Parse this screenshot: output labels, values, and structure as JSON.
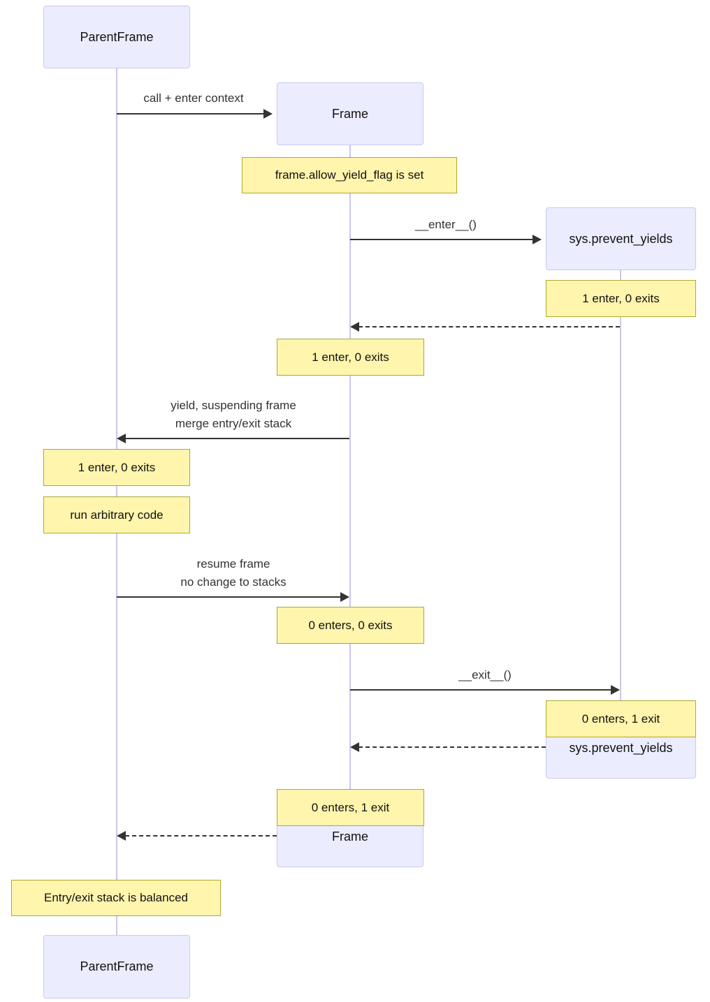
{
  "diagram_type": "sequence-diagram",
  "participants": [
    {
      "name": "ParentFrame"
    },
    {
      "name": "Frame"
    },
    {
      "name": "sys.prevent_yields"
    }
  ],
  "messages": [
    {
      "label": "call + enter context",
      "from": "ParentFrame",
      "to": "Frame",
      "style": "solid"
    },
    {
      "label": "__enter__()",
      "from": "Frame",
      "to": "sys.prevent_yields",
      "style": "solid"
    },
    {
      "label": "",
      "from": "sys.prevent_yields",
      "to": "Frame",
      "style": "dashed"
    },
    {
      "lines": [
        "yield, suspending frame",
        "merge entry/exit stack"
      ],
      "from": "Frame",
      "to": "ParentFrame",
      "style": "solid"
    },
    {
      "lines": [
        "resume frame",
        "no change to stacks"
      ],
      "from": "ParentFrame",
      "to": "Frame",
      "style": "solid"
    },
    {
      "label": "__exit__()",
      "from": "Frame",
      "to": "sys.prevent_yields",
      "style": "solid"
    },
    {
      "label": "",
      "from": "sys.prevent_yields",
      "to": "Frame",
      "style": "dashed"
    },
    {
      "label": "",
      "from": "Frame",
      "to": "ParentFrame",
      "style": "dashed"
    }
  ],
  "notes": [
    {
      "text": "frame.allow_yield_flag is set",
      "over": "Frame"
    },
    {
      "text": "1 enter, 0 exits",
      "over": "sys.prevent_yields"
    },
    {
      "text": "1 enter, 0 exits",
      "over": "Frame"
    },
    {
      "text": "1 enter, 0 exits",
      "over": "ParentFrame"
    },
    {
      "text": "run arbitrary code",
      "over": "ParentFrame"
    },
    {
      "text": "0 enters, 0 exits",
      "over": "Frame"
    },
    {
      "text": "0 enters, 1 exit",
      "over": "sys.prevent_yields"
    },
    {
      "text": "0 enters, 1 exit",
      "over": "Frame"
    },
    {
      "text": "Entry/exit stack is balanced",
      "over": "ParentFrame"
    }
  ],
  "colors": {
    "actor_fill": "#ECECFF",
    "actor_border": "#C8C8F0",
    "note_fill": "#FFF5AD",
    "note_border": "#AAAA33",
    "lifeline": "#CFC5E9",
    "message": "#333333",
    "text": "#111111",
    "background": "#FFFFFF"
  }
}
